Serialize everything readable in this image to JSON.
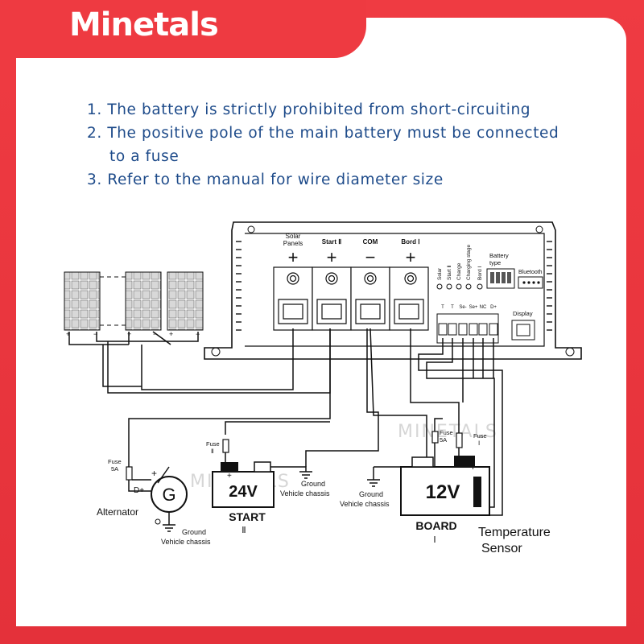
{
  "brand": {
    "logo_text": "Minetals",
    "watermark": "MINETALS"
  },
  "notes": [
    "1. The battery is strictly prohibited from short-circuiting",
    "2. The positive pole of the main battery must be connected",
    "to a fuse",
    "3. Refer to the manual for wire diameter size"
  ],
  "controller": {
    "terminals": [
      "Solar\nPanels",
      "Start Ⅱ",
      "COM",
      "Bord Ⅰ"
    ],
    "signs": [
      "+",
      "+",
      "−",
      "+"
    ],
    "leds": [
      "Solar",
      "Start Ⅱ",
      "Charge",
      "Charging stage",
      "Bord Ⅰ"
    ],
    "battery_type": "Battery\ntype",
    "bluetooth": "Bluetooth",
    "display": "Display",
    "sensor_pins": [
      "T",
      "T",
      "Se-",
      "Se+",
      "NC",
      "D+"
    ]
  },
  "components": {
    "fuse_label": "Fuse",
    "fuse_alt": "Fuse\n5A",
    "fuse_start": "Fuse\nⅡ",
    "fuse_main_left": "Fuse\n5A",
    "fuse_main_right": "Fuse\nⅠ",
    "alternator": "Alternator",
    "alt_symbol": "G",
    "alt_terminal": "D+",
    "battery_start_voltage": "24V",
    "battery_start_name": "START",
    "battery_start_num": "Ⅱ",
    "battery_board_voltage": "12V",
    "battery_board_name": "BOARD",
    "battery_board_num": "Ⅰ",
    "ground_vehicle": "Ground\nVehicle chassis",
    "temp_sensor": "Temperature\nSensor"
  },
  "colors": {
    "brand_red": "#ee3a41",
    "note_blue": "#1e4b8a",
    "wire": "#111111"
  }
}
